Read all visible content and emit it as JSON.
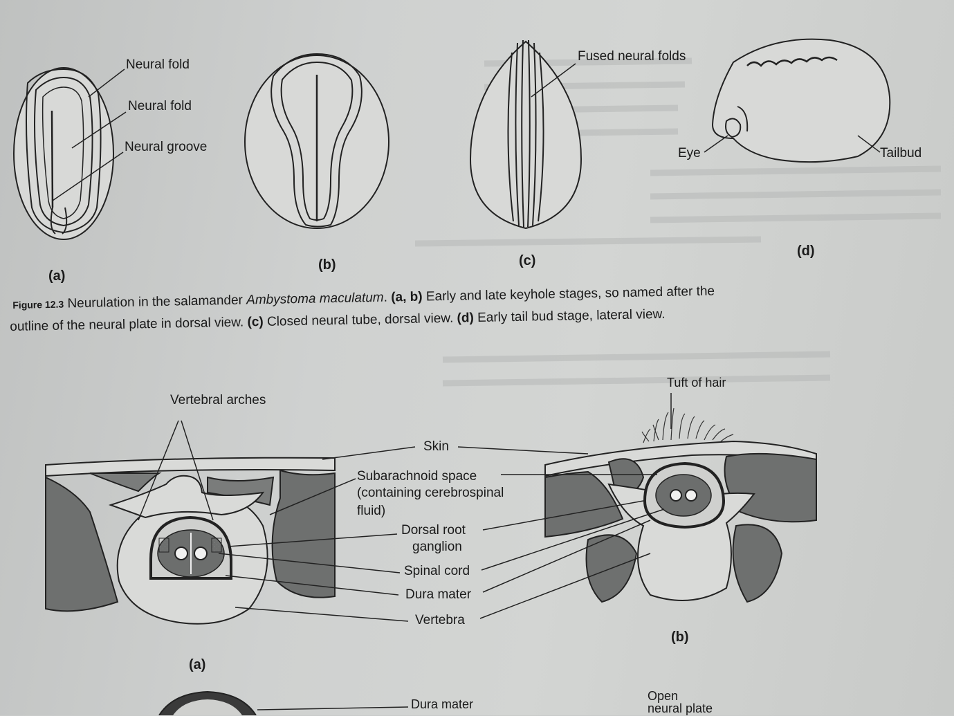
{
  "figure_top": {
    "panels": [
      "(a)",
      "(b)",
      "(c)",
      "(d)"
    ],
    "labels": {
      "neural_fold_1": "Neural fold",
      "neural_fold_2": "Neural fold",
      "neural_groove": "Neural groove",
      "fused_neural_folds": "Fused neural folds",
      "eye": "Eye",
      "tailbud": "Tailbud"
    },
    "caption": {
      "fig_label": "Figure 12.3",
      "lead": " Neurulation in the salamander ",
      "species": "Ambystoma maculatum",
      "after_species": ". ",
      "ab": "(a, b)",
      "ab_text": " Early and late keyhole stages, so named after the",
      "line2_start": "outline of the neural plate in dorsal view. ",
      "c": "(c)",
      "c_text": " Closed neural tube, dorsal view. ",
      "d": "(d)",
      "d_text": " Early tail bud stage, lateral view."
    }
  },
  "figure_bottom": {
    "panels": [
      "(a)",
      "(b)"
    ],
    "labels": {
      "vertebral_arches": "Vertebral arches",
      "tuft_of_hair": "Tuft of hair",
      "skin": "Skin",
      "subarachnoid_1": "Subarachnoid space",
      "subarachnoid_2": "(containing cerebrospinal",
      "subarachnoid_3": "fluid)",
      "dorsal_root_1": "Dorsal root",
      "dorsal_root_2": "ganglion",
      "spinal_cord": "Spinal cord",
      "dura_mater": "Dura mater",
      "vertebra": "Vertebra"
    }
  },
  "next_figure": {
    "dura_mater": "Dura mater",
    "open_1": "Open",
    "open_2": "neural plate"
  }
}
